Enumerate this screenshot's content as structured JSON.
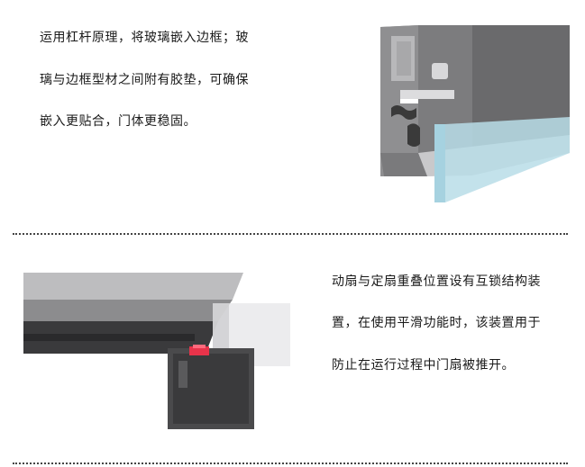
{
  "section1": {
    "lines": [
      "运用杠杆原理，将玻璃嵌入边框；玻",
      "璃与边框型材之间附有胶垫，可确保",
      "嵌入更贴合，门体更稳固。"
    ]
  },
  "section2": {
    "lines": [
      "动扇与定扇重叠位置设有互锁结构装",
      "置，在使用平滑功能时，该装置用于",
      "防止在运行过程中门扇被推开。"
    ]
  },
  "colors": {
    "frame_dark": "#5b5b5d",
    "frame_mid": "#8a8a8c",
    "frame_light": "#c8c8ca",
    "glass": "#a6d2e0",
    "gasket": "#3a3a3a",
    "lock_red": "#e8334a",
    "divider": "#444444"
  }
}
